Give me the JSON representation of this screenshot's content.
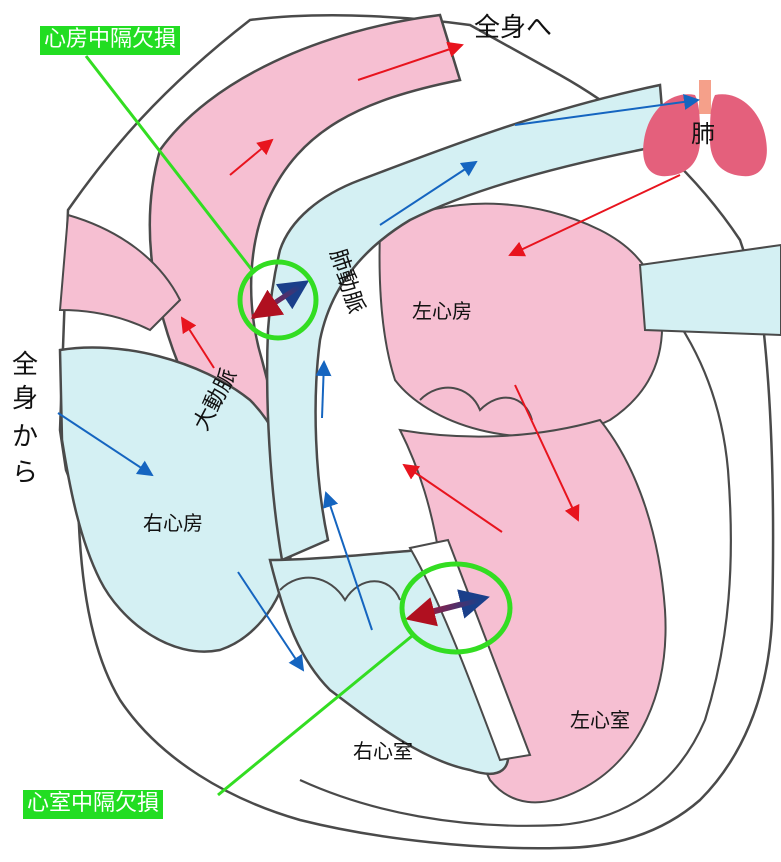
{
  "labels": {
    "asd": "心房中隔欠損",
    "vsd": "心室中隔欠損",
    "to_body": "全身へ",
    "from_body": [
      "全",
      "身",
      "か",
      "ら"
    ],
    "lung": "肺",
    "pulmonary_artery": "肺動脈",
    "aorta": "大動脈",
    "left_atrium": "左心房",
    "right_atrium": "右心房",
    "right_ventricle": "右心室",
    "left_ventricle": "左心室"
  },
  "colors": {
    "oxygenated": "#f6bfd2",
    "deoxygenated": "#d4f0f3",
    "outline": "#4a4a4a",
    "arrow_red": "#e8141e",
    "arrow_blue": "#1565c0",
    "defect_highlight": "#33dd22",
    "badge_bg": "#22dd22",
    "lung": "#e4607c",
    "trachea": "#f5a08a"
  }
}
